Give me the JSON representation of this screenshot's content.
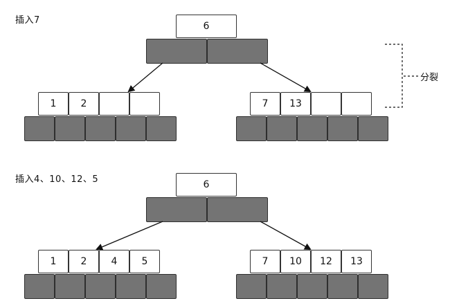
{
  "diagram": {
    "panels": [
      {
        "title": "插入7",
        "root": {
          "keys": [
            "6"
          ]
        },
        "left_leaf": {
          "keys": [
            "1",
            "2",
            "",
            ""
          ]
        },
        "right_leaf": {
          "keys": [
            "7",
            "13",
            "",
            ""
          ]
        },
        "annotation": "分裂"
      },
      {
        "title": "插入4、10、12、5",
        "root": {
          "keys": [
            "6"
          ]
        },
        "left_leaf": {
          "keys": [
            "1",
            "2",
            "4",
            "5"
          ]
        },
        "right_leaf": {
          "keys": [
            "7",
            "10",
            "12",
            "13"
          ]
        }
      }
    ]
  }
}
